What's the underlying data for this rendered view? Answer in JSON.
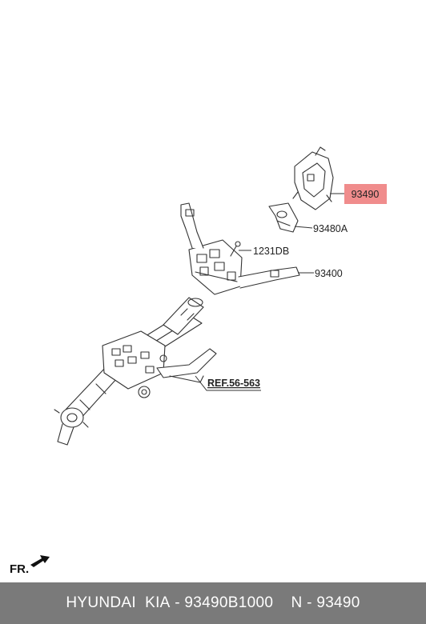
{
  "callouts": {
    "highlighted": "93490",
    "label_1": "93480A",
    "label_2": "1231DB",
    "label_3": "93400",
    "ref": "REF.56-563"
  },
  "orientation": {
    "label": "FR."
  },
  "footer": {
    "brand": "HYUNDAI  KIA",
    "separator_1": " - ",
    "part_number": "93490B1000",
    "separator_2": "    N - ",
    "short_number": "93490"
  },
  "colors": {
    "highlight_fill": "#f08c8c",
    "footer_bg": "#7a7a7a",
    "line": "#333333"
  }
}
